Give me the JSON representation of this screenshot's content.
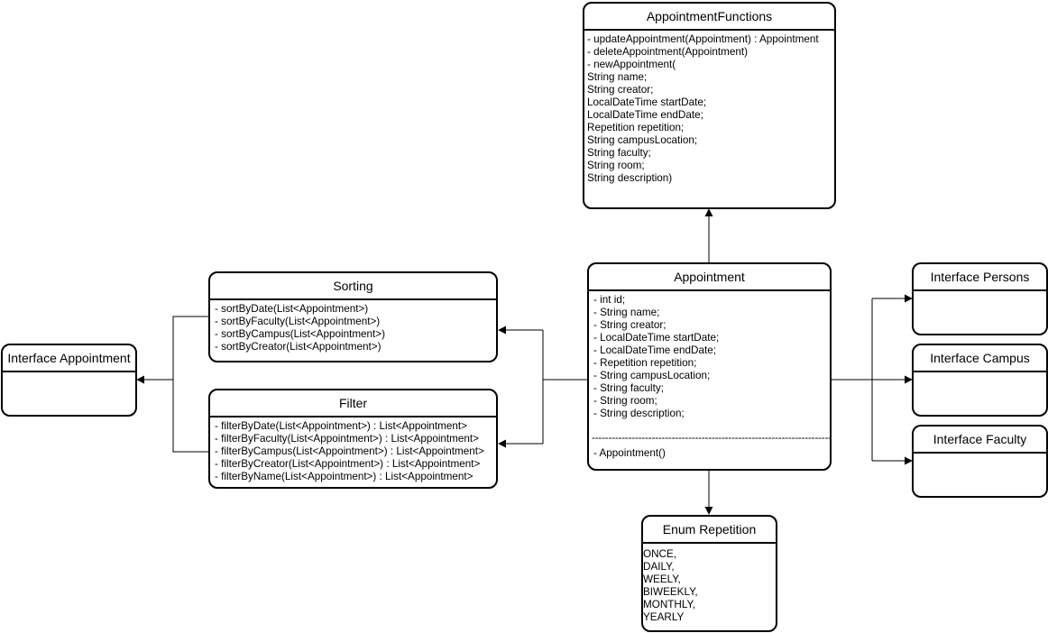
{
  "colors": {
    "stroke": "#000000",
    "background": "#ffffff"
  },
  "boxes": {
    "appointment_functions": {
      "title": "AppointmentFunctions",
      "lines": [
        "- updateAppointment(Appointment) : Appointment",
        "- deleteAppointment(Appointment)",
        "- newAppointment(",
        "String name;",
        "String creator;",
        "LocalDateTime startDate;",
        "LocalDateTime endDate;",
        "Repetition repetition;",
        "String campusLocation;",
        "String faculty;",
        "String room;",
        "String description)"
      ]
    },
    "appointment": {
      "title": "Appointment",
      "fields": [
        "- int id;",
        "- String name;",
        "- String creator;",
        "- LocalDateTime startDate;",
        "- LocalDateTime endDate;",
        "- Repetition repetition;",
        "- String campusLocation;",
        "- String faculty;",
        "- String room;",
        "- String description;"
      ],
      "separator": "--------------------------------------------------------------------------------",
      "methods": [
        "- Appointment()"
      ]
    },
    "sorting": {
      "title": "Sorting",
      "lines": [
        "- sortByDate(List<Appointment>)",
        "- sortByFaculty(List<Appointment>)",
        "- sortByCampus(List<Appointment>)",
        "- sortByCreator(List<Appointment>)"
      ]
    },
    "filter": {
      "title": "Filter",
      "lines": [
        "- filterByDate(List<Appointment>) : List<Appointment>",
        "- filterByFaculty(List<Appointment>) : List<Appointment>",
        "- filterByCampus(List<Appointment>) : List<Appointment>",
        "- filterByCreator(List<Appointment>) : List<Appointment>",
        "- filterByName(List<Appointment>) : List<Appointment>"
      ]
    },
    "interface_appointment": {
      "title": "Interface Appointment"
    },
    "interface_persons": {
      "title": "Interface Persons"
    },
    "interface_campus": {
      "title": "Interface Campus"
    },
    "interface_faculty": {
      "title": "Interface Faculty"
    },
    "enum_repetition": {
      "title": "Enum Repetition",
      "lines": [
        "ONCE,",
        "DAILY,",
        "WEELY,",
        "BIWEEKLY,",
        "MONTHLY,",
        "YEARLY"
      ]
    }
  }
}
